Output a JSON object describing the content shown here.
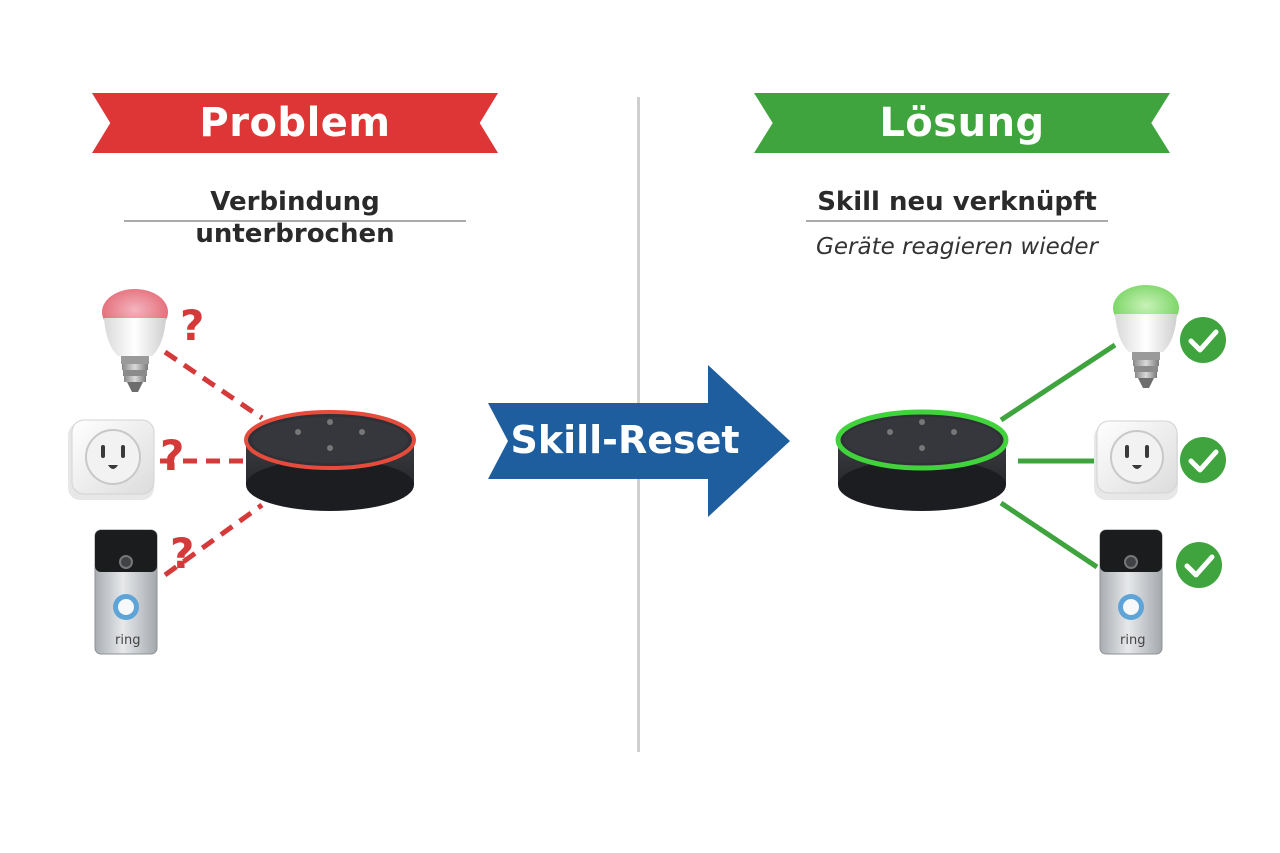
{
  "problem": {
    "title": "Problem",
    "subtitle": "Verbindung unterbrochen",
    "status_color": "#de3636"
  },
  "arrow": {
    "label": "Skill-Reset",
    "color": "#1f5e9e"
  },
  "solution": {
    "title": "Lösung",
    "subtitle": "Skill neu verknüpft",
    "note": "Geräte reagieren wieder",
    "status_color": "#3fa43d"
  },
  "devices": [
    {
      "type": "smart-bulb",
      "brand": ""
    },
    {
      "type": "smart-plug",
      "brand": ""
    },
    {
      "type": "video-doorbell",
      "brand": "ring"
    }
  ],
  "hub": {
    "type": "smart-speaker"
  },
  "problem_marker": "?",
  "icons": [
    "question-mark-icon",
    "check-circle-icon",
    "bulb-icon",
    "plug-icon",
    "doorbell-icon",
    "speaker-icon",
    "arrow-right-icon"
  ]
}
